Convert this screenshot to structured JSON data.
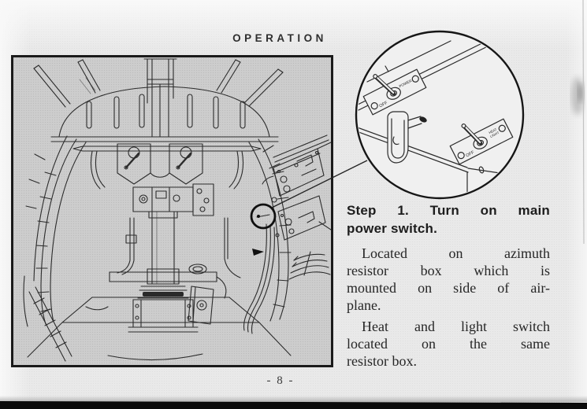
{
  "page": {
    "header_title": "OPERATION",
    "page_number": "- 8 -"
  },
  "step_section": {
    "heading": {
      "line1": "Step 1. Turn on main",
      "line2": "power switch."
    },
    "paragraph1": {
      "line1": "Located on azimuth",
      "line2": "resistor box which is",
      "line3": "mounted on side of air-",
      "line4": "plane."
    },
    "paragraph2": {
      "line1": "Heat and light switch",
      "line2": "located on the same",
      "line3": "resistor box."
    }
  },
  "detail_callout": {
    "power_switch_plate": {
      "off_label": "OFF",
      "function_label": "POWER"
    },
    "heat_light_switch_plate": {
      "off_label": "OFF",
      "function_label_line1": "HEAT",
      "function_label_line2": "LIGHT"
    }
  },
  "colors": {
    "ink": "#2b2b2b",
    "paper": "#e9e9e9",
    "figure_fill": "#cdcdcd",
    "callout_fill": "#f0f0f0",
    "scan_bar": "#0a0a0a"
  }
}
